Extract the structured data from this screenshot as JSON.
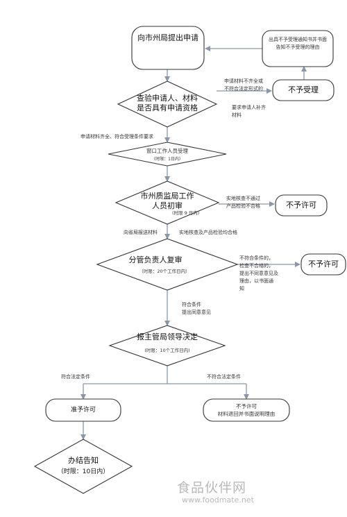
{
  "nodes": {
    "apply": "向市州局提出申请",
    "check": "查验申请人、材料是否具有申请资格",
    "reject_notice": "出具不予受理通知书并书面告知不予受理的理由",
    "not_accept": "不予受理",
    "window": "窗口工作人员受理",
    "window_time": "（时限：1日内）",
    "city_review": "市州质监局工作人员初审",
    "city_review_time": "(时限 9 日内)",
    "deny1": "不予许可",
    "chief_review": "分管负责人复审",
    "chief_review_time": "（时限：20个工作日内）",
    "deny2": "不予许可",
    "leader": "报主管局领导决定",
    "leader_time": "(时限：10个工作日内)",
    "grant": "准予许可",
    "deny_return": "不予许可\n材料退回并书面说明理由",
    "final": "办结告知",
    "final_time": "（时限：10日内）"
  },
  "labels": {
    "incomplete": "申请材料不齐全或\n不符合法定形式的",
    "request_docs": "要求申请人补齐\n材料",
    "complete": "申请材料齐全、符合受理条件要求",
    "inspect_fail": "实地核查不通过\n产品检验不合格",
    "submit": "向省局报送材料",
    "inspect_pass": "实地核查及产品检验均合格",
    "chief_fail": "不符合条件的，\n检查不合格的，\n提出不同意意见及\n理由，以书面通\n知",
    "chief_pass": "符合条件\n提出同意意见",
    "legal_ok": "符合法定条件",
    "legal_fail": "不符合法定条件"
  },
  "watermark": {
    "name": "食品伙伴网",
    "url": "www.foodmate.net"
  }
}
